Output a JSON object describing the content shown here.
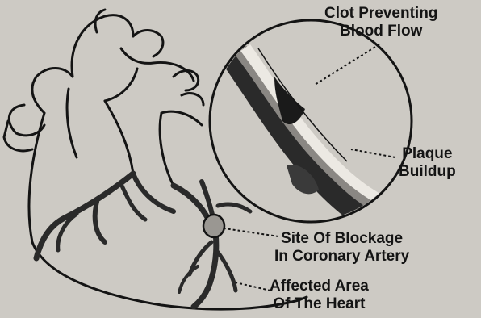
{
  "labels": {
    "clot": {
      "line1": "Clot Preventing",
      "line2": "Blood Flow"
    },
    "plaque": {
      "line1": "Plaque",
      "line2": "Buildup"
    },
    "blockage": {
      "line1": "Site Of Blockage",
      "line2": "In Coronary Artery"
    },
    "affected": {
      "line1": "Affected Area",
      "line2": "Of The Heart"
    }
  },
  "colors": {
    "background": "#cdcac4",
    "ink": "#141414",
    "artery": "#2a2a2a",
    "plaque": "#8a8783",
    "blockage": "#9a9792"
  }
}
